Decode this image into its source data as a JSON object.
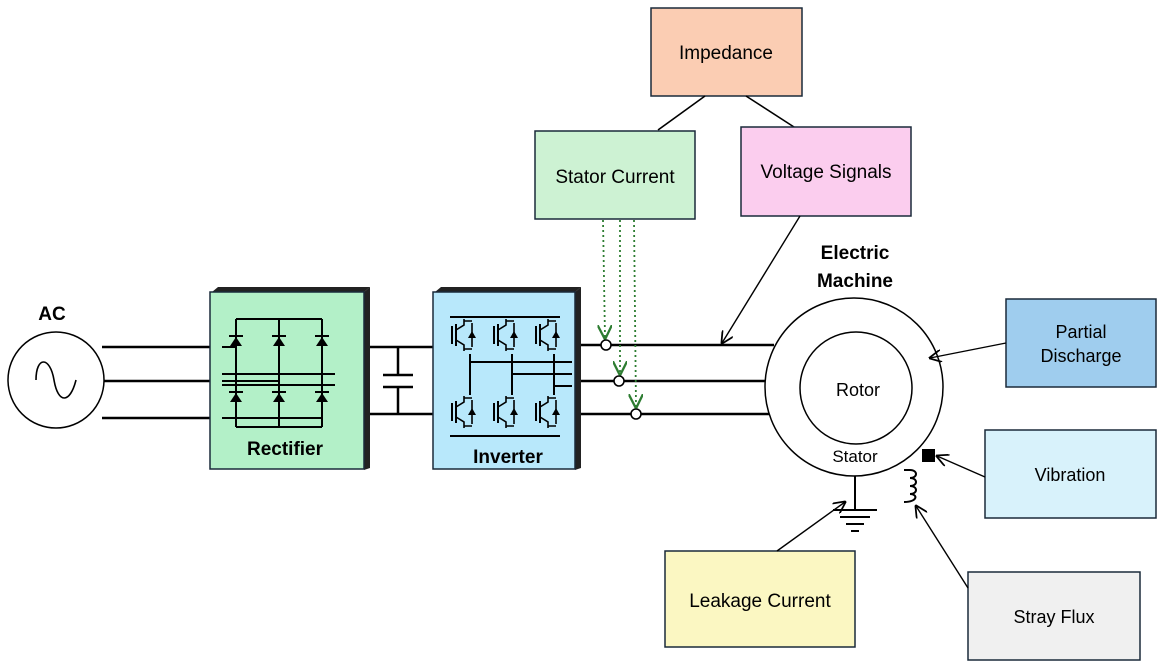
{
  "title": "",
  "source": {
    "label": "AC"
  },
  "rectifier": {
    "label": "Rectifier",
    "fill": "#b3f0c8"
  },
  "inverter": {
    "label": "Inverter",
    "fill": "#b8e8fb"
  },
  "machine": {
    "title_line1": "Electric",
    "title_line2": "Machine",
    "rotor": "Rotor",
    "stator": "Stator"
  },
  "signals": {
    "impedance": {
      "label": "Impedance",
      "fill": "#fbcdb3"
    },
    "stator_current": {
      "label": "Stator Current",
      "fill": "#cdf2d3"
    },
    "voltage_signals": {
      "label": "Voltage Signals",
      "fill": "#fbcdee"
    },
    "partial_discharge": {
      "line1": "Partial",
      "line2": "Discharge",
      "fill": "#9fcdee"
    },
    "vibration": {
      "label": "Vibration",
      "fill": "#d8f2fb"
    },
    "leakage_current": {
      "label": "Leakage Current",
      "fill": "#fbf7c2"
    },
    "stray_flux": {
      "label": "Stray Flux",
      "fill": "#f0f0f0"
    }
  },
  "colors": {
    "probe_line": "#2e7d32",
    "line": "#000000",
    "box_edge": "#1a2a3a"
  }
}
